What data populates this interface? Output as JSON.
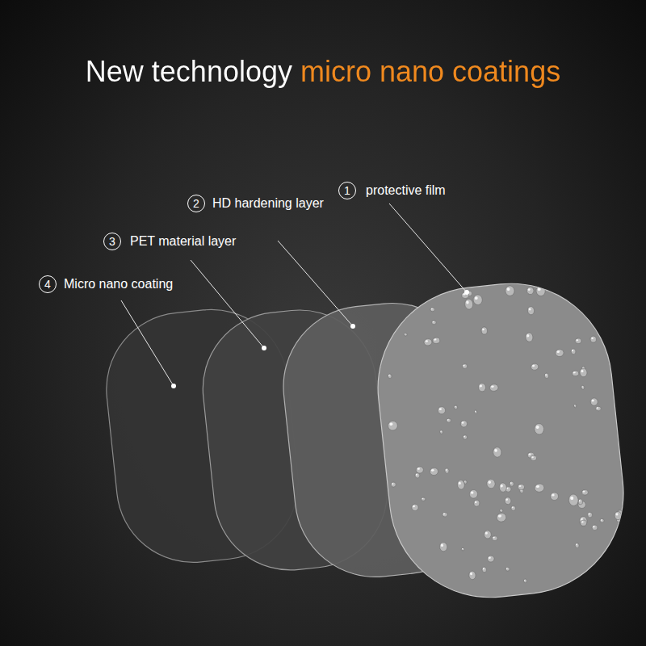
{
  "diagram": {
    "title": "New technology micro nano coatings",
    "labels": [
      "1",
      "protective film",
      "2",
      "HD hardening layer",
      "3",
      "PET material layer",
      "4",
      "Micro nano coating"
    ]
  }
}
